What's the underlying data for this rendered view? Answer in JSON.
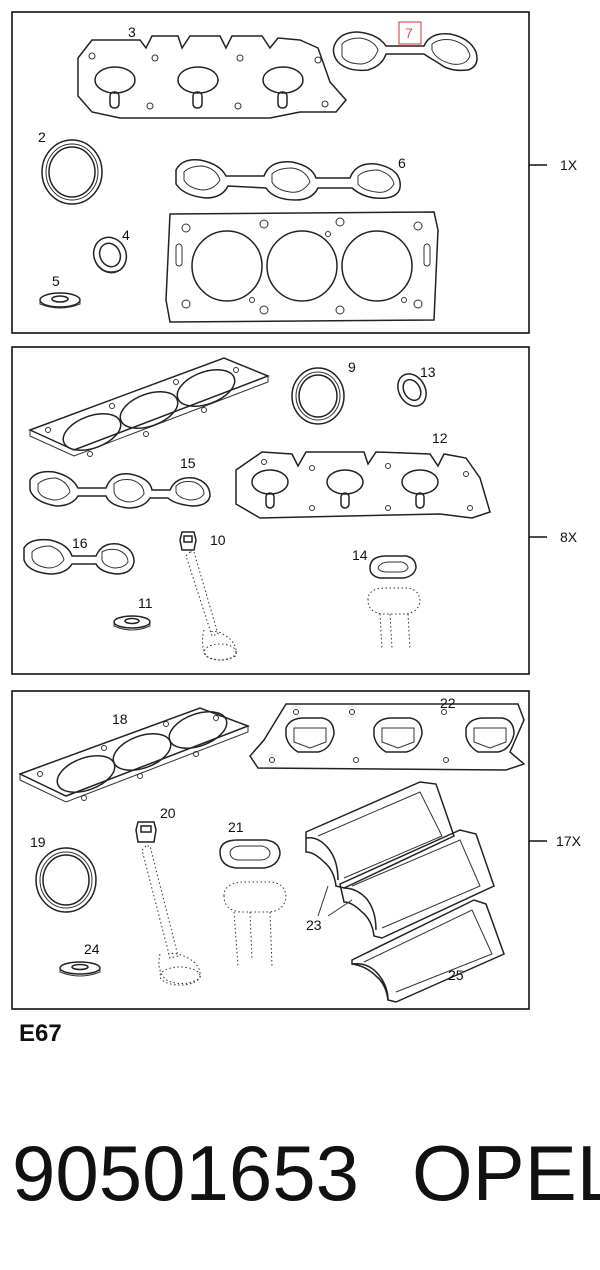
{
  "diagram_code": "E67",
  "part_number": "90501653",
  "brand": "OPEL",
  "highlighted_part": "7",
  "groups": [
    {
      "quantity": "1X",
      "parts": [
        "3",
        "7",
        "2",
        "6",
        "4",
        "5"
      ]
    },
    {
      "quantity": "8X",
      "parts": [
        "9",
        "13",
        "12",
        "15",
        "16",
        "10",
        "11",
        "14"
      ]
    },
    {
      "quantity": "17X",
      "parts": [
        "18",
        "22",
        "20",
        "21",
        "19",
        "23",
        "24",
        "25"
      ]
    }
  ]
}
